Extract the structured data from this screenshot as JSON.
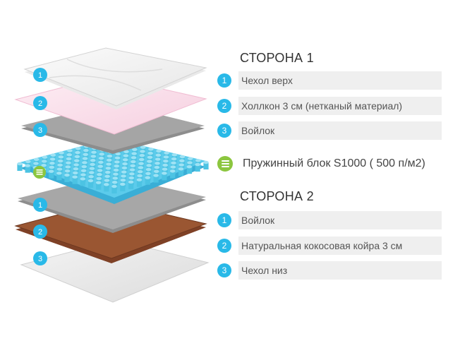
{
  "colors": {
    "accent_blue": "#29b9e8",
    "accent_green": "#8cc63f",
    "row_bg": "#efefef",
    "felt": "#9a9a9a",
    "coconut": "#8b4a2b",
    "springs": "#4cc3e3"
  },
  "side1": {
    "title": "СТОРОНА 1",
    "layers": [
      {
        "num": "1",
        "label": "Чехол верх"
      },
      {
        "num": "2",
        "label": "Холлкон 3 см (нетканый материал)"
      },
      {
        "num": "3",
        "label": "Войлок"
      }
    ]
  },
  "spring": {
    "icon": "spring-block-icon",
    "label": "Пружинный блок S1000 ( 500 п/м2)"
  },
  "side2": {
    "title": "СТОРОНА 2",
    "layers": [
      {
        "num": "1",
        "label": "Войлок"
      },
      {
        "num": "2",
        "label": "Натуральная кокосовая койра 3 см"
      },
      {
        "num": "3",
        "label": "Чехол низ"
      }
    ]
  },
  "illustration_badges": [
    {
      "num": "1"
    },
    {
      "num": "2"
    },
    {
      "num": "3"
    },
    {
      "num": "1"
    },
    {
      "num": "2"
    },
    {
      "num": "3"
    }
  ]
}
